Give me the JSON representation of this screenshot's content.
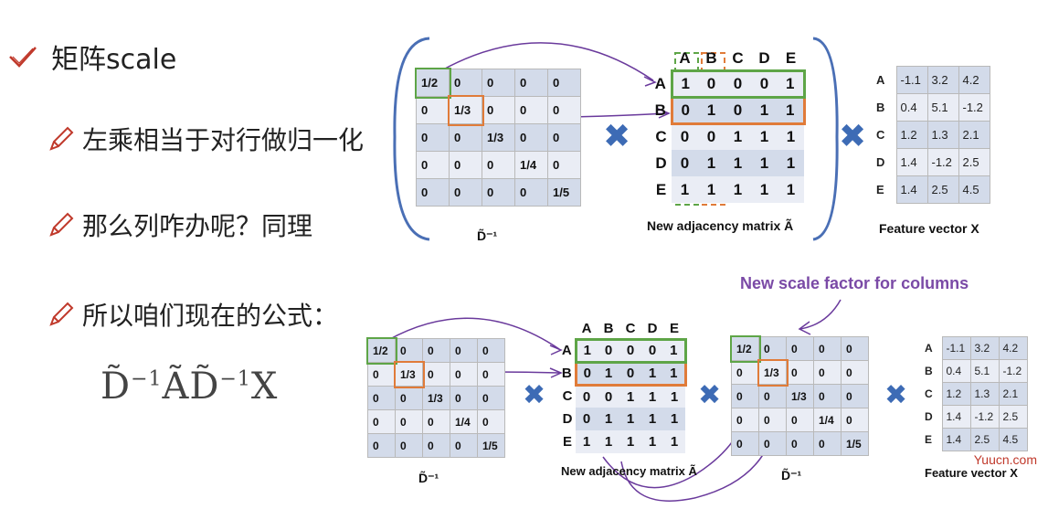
{
  "heading": "矩阵scale",
  "bullets": [
    "左乘相当于对行做归一化",
    "那么列咋办呢？同理",
    "所以咱们现在的公式："
  ],
  "formula": {
    "D": "D̃",
    "exp": "−1",
    "A": "Ã",
    "X": "X"
  },
  "degree_matrix": [
    [
      "1/2",
      "0",
      "0",
      "0",
      "0"
    ],
    [
      "0",
      "1/3",
      "0",
      "0",
      "0"
    ],
    [
      "0",
      "0",
      "1/3",
      "0",
      "0"
    ],
    [
      "0",
      "0",
      "0",
      "1/4",
      "0"
    ],
    [
      "0",
      "0",
      "0",
      "0",
      "1/5"
    ]
  ],
  "adjacency": {
    "cols": [
      "A",
      "B",
      "C",
      "D",
      "E"
    ],
    "rows": [
      "A",
      "B",
      "C",
      "D",
      "E"
    ],
    "values": [
      [
        "1",
        "0",
        "0",
        "0",
        "1"
      ],
      [
        "0",
        "1",
        "0",
        "1",
        "1"
      ],
      [
        "0",
        "0",
        "1",
        "1",
        "1"
      ],
      [
        "0",
        "1",
        "1",
        "1",
        "1"
      ],
      [
        "1",
        "1",
        "1",
        "1",
        "1"
      ]
    ]
  },
  "feature": {
    "rows": [
      "A",
      "B",
      "C",
      "D",
      "E"
    ],
    "values": [
      [
        "-1.1",
        "3.2",
        "4.2"
      ],
      [
        "0.4",
        "5.1",
        "-1.2"
      ],
      [
        "1.2",
        "1.3",
        "2.1"
      ],
      [
        "1.4",
        "-1.2",
        "2.5"
      ],
      [
        "1.4",
        "2.5",
        "4.5"
      ]
    ]
  },
  "captions": {
    "degree": "D̃⁻¹",
    "adjacency": "New adjacency matrix Ã",
    "feature": "Feature vector X"
  },
  "multiply_sign": "✖",
  "scale_note": "New scale factor for columns",
  "watermark": "Yuucn.com",
  "colors": {
    "green": "#5ea547",
    "orange": "#e07b39",
    "purple": "#6a3a9c",
    "blue": "#3d6bb5"
  }
}
